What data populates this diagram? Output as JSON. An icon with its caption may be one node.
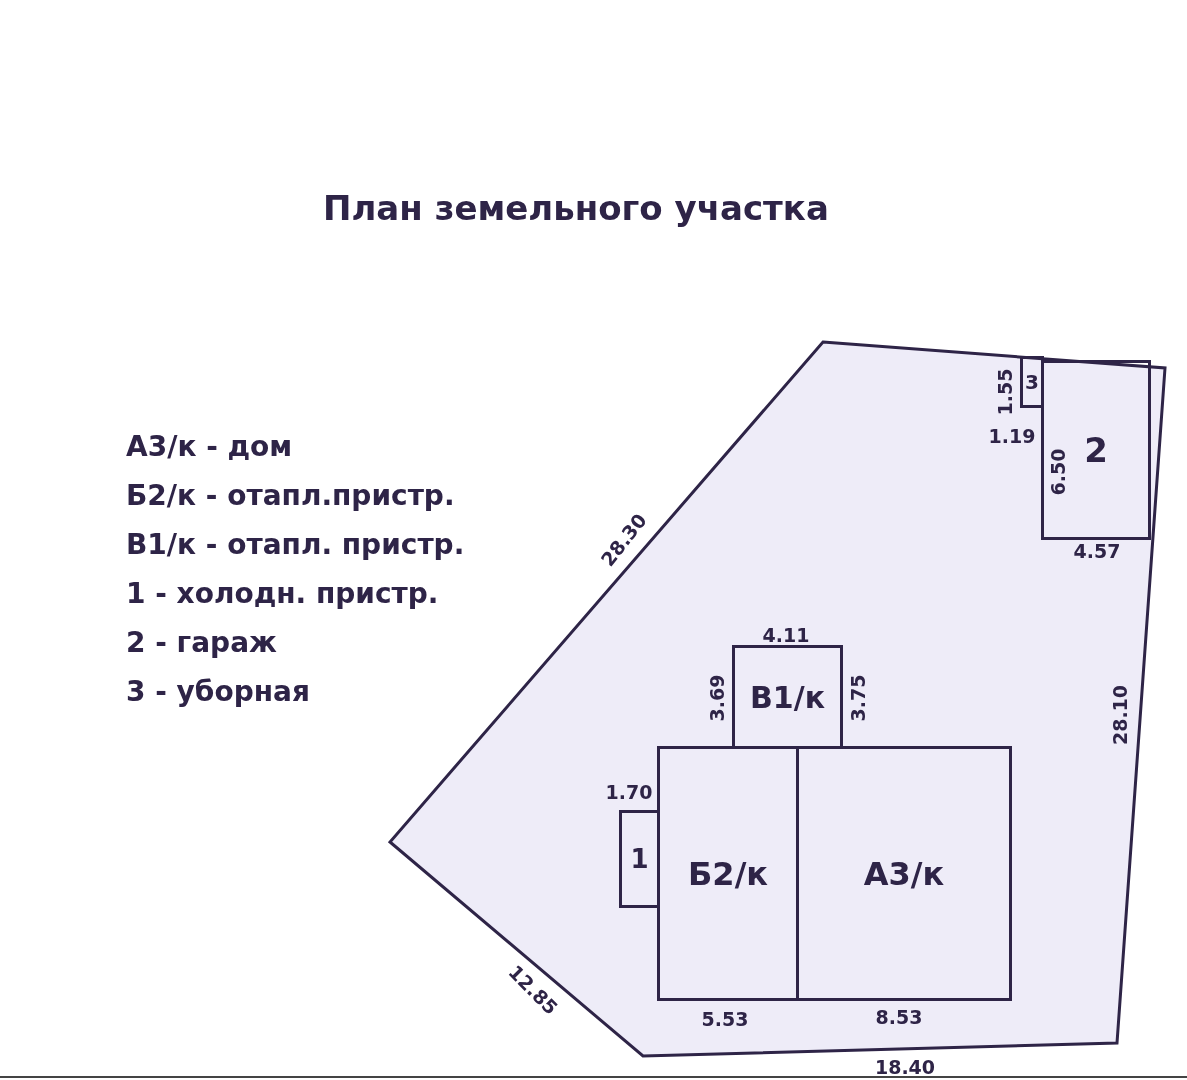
{
  "diagram": {
    "title": "План земельного участка",
    "nodes": [
      {
        "text": [
          "3"
        ]
      },
      {
        "text": [
          "2"
        ]
      },
      {
        "text": [
          "В1/к"
        ]
      },
      {
        "text": [
          "1"
        ]
      },
      {
        "text": [
          "Б2/к"
        ]
      },
      {
        "text": [
          "А3/к"
        ]
      }
    ],
    "labels": [
      "А3/к - дом",
      "Б2/к - отапл.пристр.",
      "В1/к - отапл. пристр.",
      "1 - холодн. пристр.",
      "2 - гараж",
      "3 - уборная",
      "1.55",
      "1.19",
      "6.50",
      "4.57",
      "28.30",
      "4.11",
      "3.69",
      "3.75",
      "28.10",
      "1.70",
      "12.85",
      "5.53",
      "8.53",
      "18.40"
    ]
  }
}
